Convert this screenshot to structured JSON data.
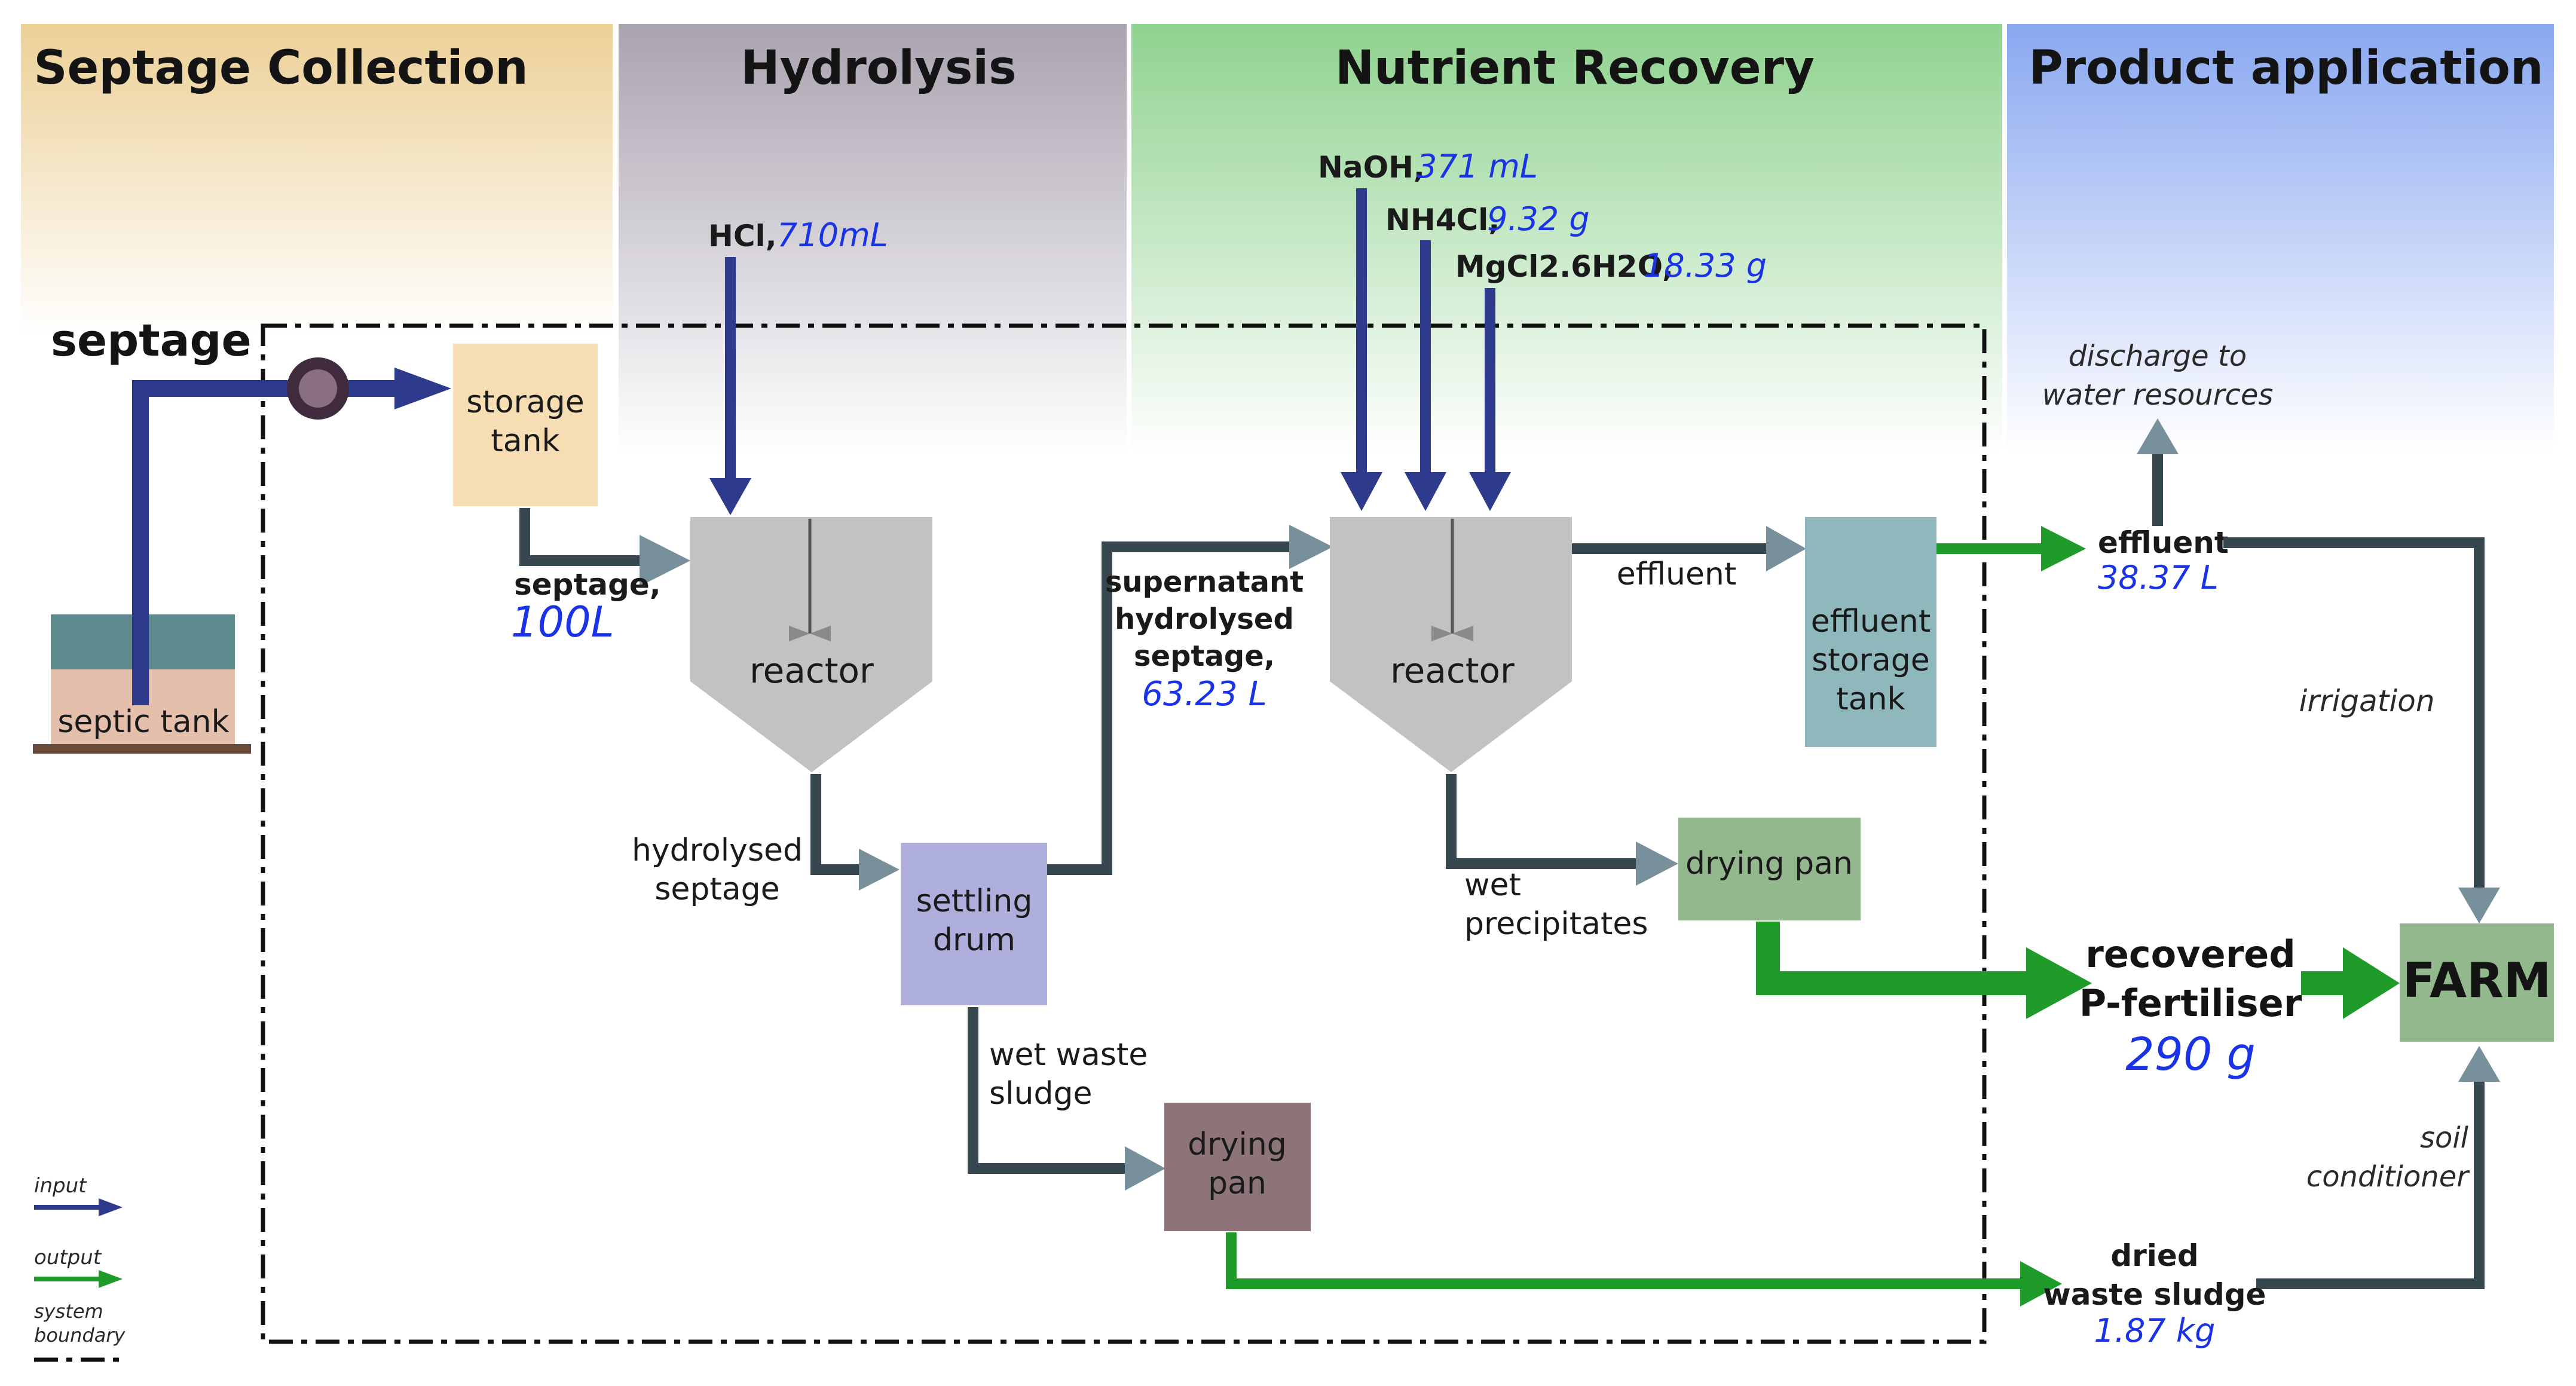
{
  "sections": {
    "collection": "Septage Collection",
    "hydrolysis": "Hydrolysis",
    "nutrient": "Nutrient Recovery",
    "product": "Product application"
  },
  "inputs": {
    "septage": "septage",
    "hcl": "HCl,",
    "hcl_value": "710mL",
    "naoh": "NaOH,",
    "naoh_value": "371 mL",
    "nh4cl": "NH4Cl,",
    "nh4cl_value": "9.32 g",
    "mgcl": "MgCl2.6H2O,",
    "mgcl_value": "18.33 g"
  },
  "units": {
    "septic_tank": "septic tank",
    "storage_tank_1": "storage",
    "storage_tank_2": "tank",
    "reactor1": "reactor",
    "reactor2": "reactor",
    "settling_1": "settling",
    "settling_2": "drum",
    "effluent_tank_1": "effluent",
    "effluent_tank_2": "storage",
    "effluent_tank_3": "tank",
    "drying_pan_1": "drying pan",
    "drying_pan_2a": "drying",
    "drying_pan_2b": "pan",
    "farm": "FARM"
  },
  "flows": {
    "septage_label": "septage,",
    "septage_value": "100L",
    "hydrolysed_1": "hydrolysed",
    "hydrolysed_2": "septage",
    "supernatant_1": "supernatant",
    "supernatant_2": "hydrolysed",
    "supernatant_3": "septage,",
    "supernatant_value": "63.23 L",
    "effluent_mid": "effluent",
    "wet_waste_1": "wet waste",
    "wet_waste_2": "sludge",
    "wet_precip_1": "wet",
    "wet_precip_2": "precipitates"
  },
  "outputs": {
    "discharge_1": "discharge to",
    "discharge_2": "water resources",
    "effluent": "effluent",
    "effluent_value": "38.37 L",
    "irrigation": "irrigation",
    "fert_1": "recovered",
    "fert_2": "P-fertiliser",
    "fert_value": "290 g",
    "soil_1": "soil",
    "soil_2": "conditioner",
    "sludge_1": "dried",
    "sludge_2": "waste sludge",
    "sludge_value": "1.87 kg"
  },
  "legend": {
    "input": "input",
    "output": "output",
    "boundary_1": "system",
    "boundary_2": "boundary"
  },
  "colors": {
    "input_arrow": "#2e3a8c",
    "output_arrow": "#1e9b28",
    "internal_arrow": "#37474f",
    "value_text": "#1a33e6"
  }
}
